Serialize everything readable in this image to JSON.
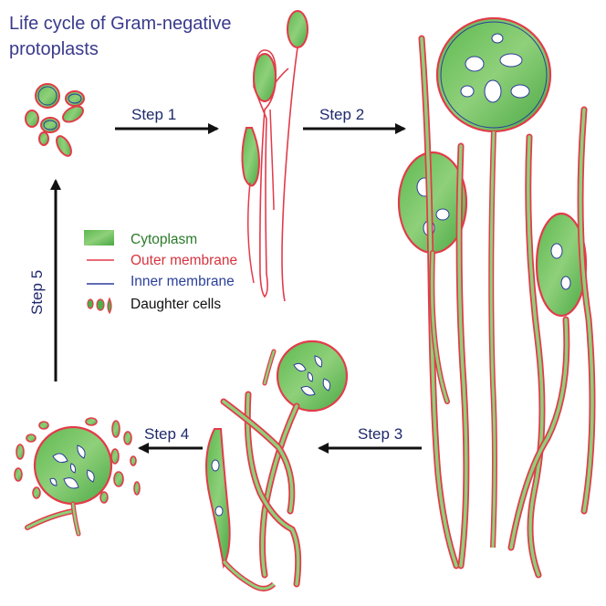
{
  "title": {
    "line1": "Life cycle of Gram-negative",
    "line2": "protoplasts"
  },
  "steps": {
    "s1": "Step 1",
    "s2": "Step 2",
    "s3": "Step 3",
    "s4": "Step 4",
    "s5": "Step 5"
  },
  "legend": {
    "cytoplasm": "Cytoplasm",
    "outer": "Outer membrane",
    "inner": "Inner membrane",
    "daughter": "Daughter cells"
  },
  "colors": {
    "title": "#3a3a8c",
    "cytoplasm": "#4fb04a",
    "cytoplasm_light": "#a8d88f",
    "outer_membrane": "#e23b4a",
    "inner_membrane": "#2c3d9a",
    "arrow": "#111111",
    "step5_text": "#1f2a6b",
    "legend_cytoplasm_text": "#2a7a2a",
    "legend_outer_text": "#d6343f",
    "legend_inner_text": "#2b3f9c"
  }
}
